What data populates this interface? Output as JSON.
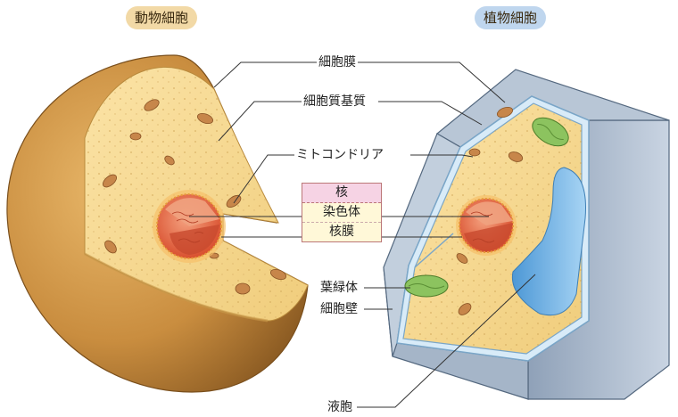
{
  "titles": {
    "animal": "動物細胞",
    "plant": "植物細胞"
  },
  "labels": {
    "cell_membrane": "細胞膜",
    "cytoplasm": "細胞質基質",
    "mitochondria": "ミトコンドリア",
    "chloroplast": "葉緑体",
    "cell_wall": "細胞壁",
    "vacuole": "液胞"
  },
  "nucleus_box": {
    "header": "核",
    "chromosome": "染色体",
    "nuclear_membrane": "核膜"
  },
  "colors": {
    "animal_badge": "#f2d9a6",
    "plant_badge": "#bfd6ee",
    "cytoplasm": "#f7dc94",
    "animal_shell": "#c98d3f",
    "cell_wall": "#a9b9cc",
    "vacuole": "#6fb3e6",
    "chloroplast": "#8cc35f",
    "mitochondria": "#c7864a",
    "nucleus": "#e36b4d"
  }
}
